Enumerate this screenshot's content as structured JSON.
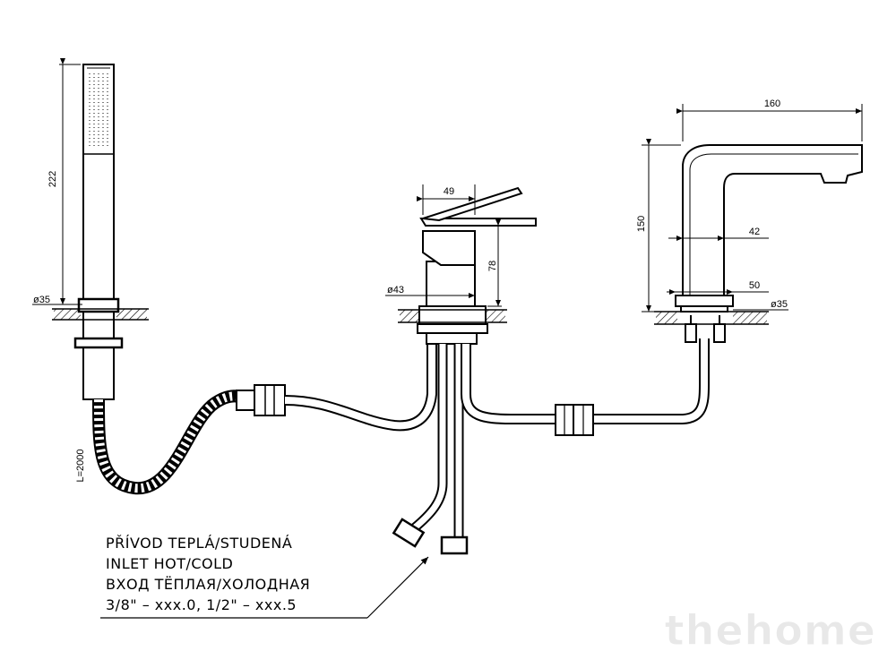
{
  "dimensions": {
    "shower_height": "222",
    "shower_base_dia": "ø35",
    "hose_length": "L=2000",
    "mixer_width": "49",
    "mixer_height": "78",
    "mixer_base_dia": "ø43",
    "spout_length": "160",
    "spout_height": "150",
    "spout_neck": "42",
    "spout_base": "50",
    "spout_base_dia": "ø35"
  },
  "inlet_note": {
    "line_cz": "PŘÍVOD TEPLÁ/STUDENÁ",
    "line_en": "INLET HOT/COLD",
    "line_ru": "ВХОД ТЁПЛАЯ/ХОЛОДНАЯ",
    "line_sizes": "3/8\" – xxx.0, 1/2\" – xxx.5"
  },
  "watermark": "thehome"
}
